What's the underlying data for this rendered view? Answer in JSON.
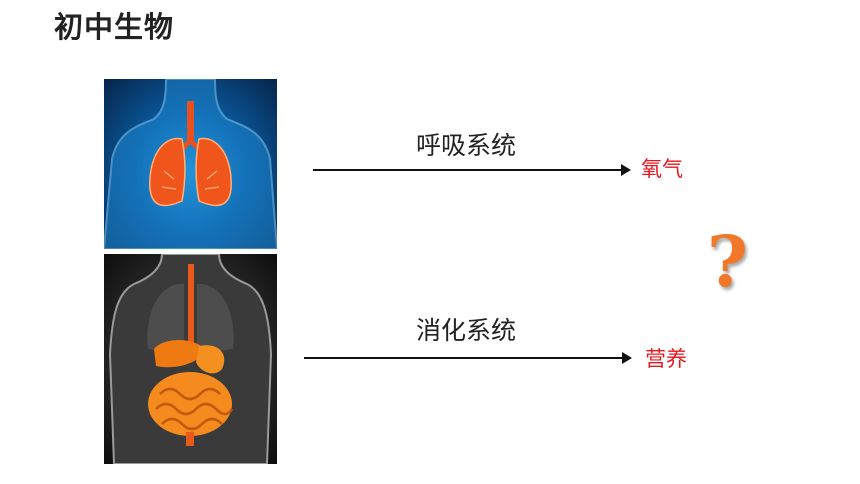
{
  "slide": {
    "title": "初中生物",
    "rows": [
      {
        "system": "呼吸系统",
        "output": "氧气"
      },
      {
        "system": "消化系统",
        "output": "营养"
      }
    ],
    "question_mark": "?"
  },
  "colors": {
    "output_text": "#e8161e",
    "question_mark": "#f07828"
  },
  "icons": {
    "respiratory": "lungs-illustration",
    "digestive": "digestive-organs-illustration"
  }
}
